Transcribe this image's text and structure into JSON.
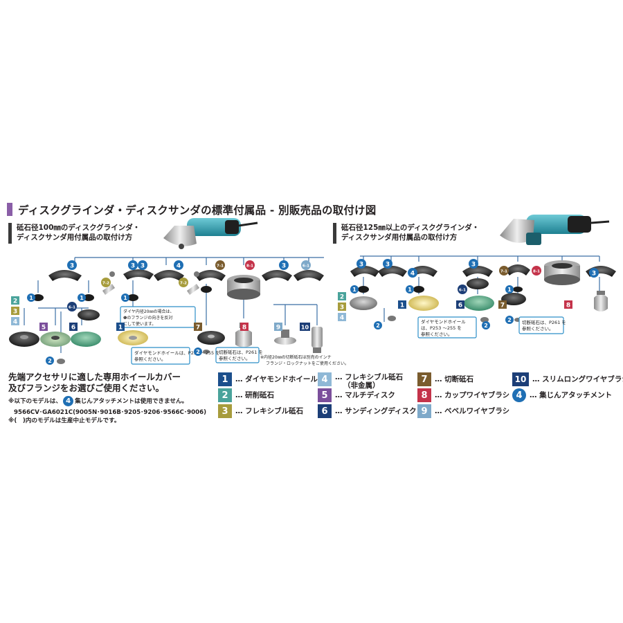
{
  "title": "ディスクグラインダ・ディスクサンダの標準付属品 - 別販売品の取付け図",
  "left_section": {
    "subtitle_1": "砥石径100㎜のディスクグラインダ・",
    "subtitle_2": "ディスクサンダ用付属品の取付け方"
  },
  "right_section": {
    "subtitle_1": "砥石径125㎜以上のディスクグラインダ・",
    "subtitle_2": "ディスクサンダ用付属品の取付け方"
  },
  "callouts": {
    "diamond_left_1": "ダイヤモンドホイールは、P253 ～255 を",
    "diamond_left_2": "参照ください。",
    "flange_note_1": "ダイヤ内径20㎜の場合は、",
    "flange_note_2": "❶のフランジの向きを反対",
    "flange_note_3": "にして使います。",
    "cutting_left_1": "切断砥石は、P261 を",
    "cutting_left_2": "参照ください。",
    "inner_note_1": "※内径20㎜の切断砥石は別売のインナ",
    "inner_note_2": "フランジ・ロックナットをご使用ください。",
    "diamond_right_1": "ダイヤモンドホイール",
    "diamond_right_2": "は、P253 ～255 を",
    "diamond_right_3": "参照ください。",
    "cutting_right_1": "切断砥石は、P261 を",
    "cutting_right_2": "参照ください。"
  },
  "badges": {
    "b1": "1",
    "b2": "2",
    "b3": "3",
    "b4": "4",
    "b5": "5",
    "b6": "6",
    "b7": "7",
    "b8": "8",
    "b9": "9",
    "b10": "10",
    "b61": "6-1",
    "b71": "7-1",
    "b72": "7-2",
    "b81": "8-1"
  },
  "notes": {
    "heading_1": "先端アクセサリに適した専用ホイールカバー",
    "heading_2": "及びフランジをお選びご使用ください。",
    "line_1a": "※以下のモデルは、",
    "line_1_badge": "4",
    "line_1b": "集じんアタッチメントは使用できません。",
    "line_2": "9566CV･GA6021C(9005N･9016B･9205･9206･9566C･9006)",
    "line_3": "※(　)内のモデルは生産中止モデルです。"
  },
  "legend": [
    {
      "num": "1",
      "label": "… ダイヤモンドホイール"
    },
    {
      "num": "2",
      "label": "… 研削砥石"
    },
    {
      "num": "3",
      "label": "… フレキシブル砥石"
    },
    {
      "num": "4",
      "label": "… フレキシブル砥石",
      "label2": "（非金属）"
    },
    {
      "num": "5",
      "label": "… マルチディスク"
    },
    {
      "num": "6",
      "label": "… サンディングディスク"
    },
    {
      "num": "7",
      "label": "… 切断砥石"
    },
    {
      "num": "8",
      "label": "… カップワイヤブラシ"
    },
    {
      "num": "9",
      "label": "… ベベルワイヤブラシ"
    },
    {
      "num": "10",
      "label": "… スリムロングワイヤブラシ"
    },
    {
      "num": "4",
      "label": "… 集じんアタッチメント",
      "circle": true
    }
  ],
  "colors": {
    "b1": "#1c4f8c",
    "b2": "#4aa39b",
    "b3": "#a79c3c",
    "b4": "#8fb8d6",
    "b5": "#7b4f9b",
    "b6": "#1c3e77",
    "b7": "#7a5c2e",
    "b8": "#c4334a",
    "b9": "#7ea9c9",
    "b10": "#1c3e77",
    "circle": "#1f6fb4",
    "callout": "#2b8ec7",
    "title_bar": "#8a5ea7",
    "tool_teal": "#3aa7b5"
  }
}
